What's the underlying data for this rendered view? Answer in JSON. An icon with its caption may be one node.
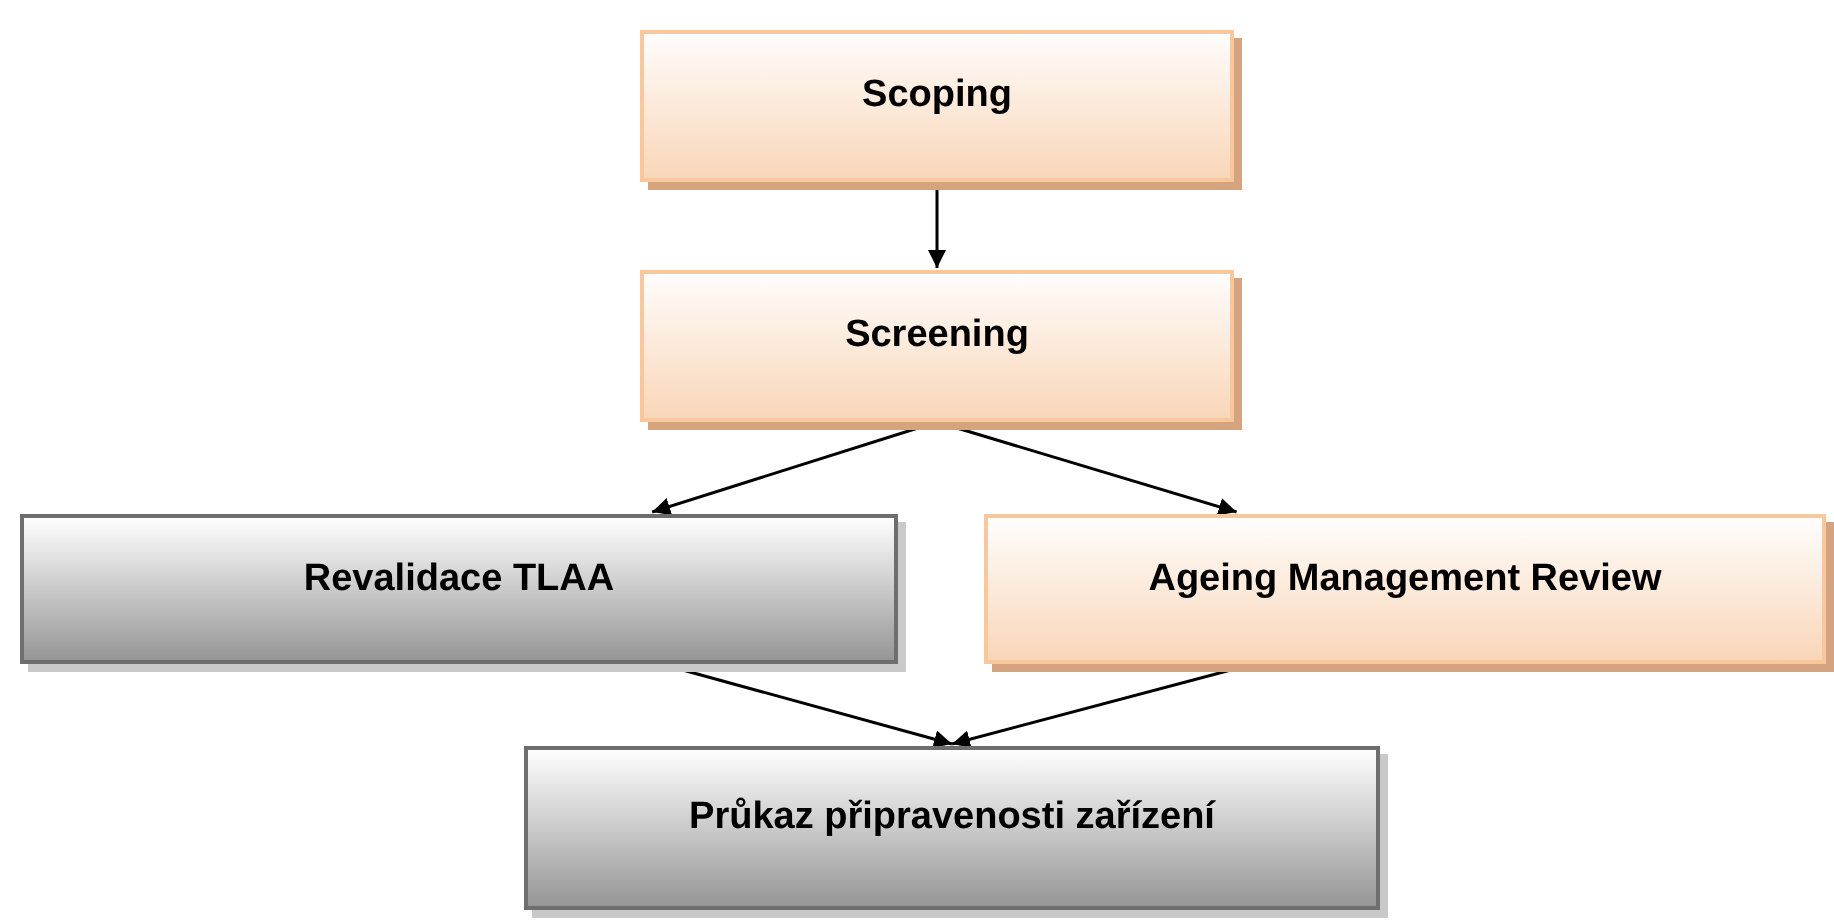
{
  "diagram": {
    "nodes": [
      {
        "text": [
          "Scoping"
        ]
      },
      {
        "text": [
          "Screening"
        ]
      },
      {
        "text": [
          "Revalidace TLAA"
        ]
      },
      {
        "text": [
          "Ageing Management Review"
        ]
      },
      {
        "text": [
          "Průkaz připravenosti zařízení"
        ]
      }
    ],
    "edges": [
      {
        "from": 0,
        "to": 1,
        "arrow": "to"
      },
      {
        "from": 1,
        "to": 2,
        "arrow": "to"
      },
      {
        "from": 1,
        "to": 3,
        "arrow": "to"
      },
      {
        "from": 2,
        "to": 4,
        "arrow": "to"
      },
      {
        "from": 3,
        "to": 4,
        "arrow": "to"
      }
    ]
  }
}
